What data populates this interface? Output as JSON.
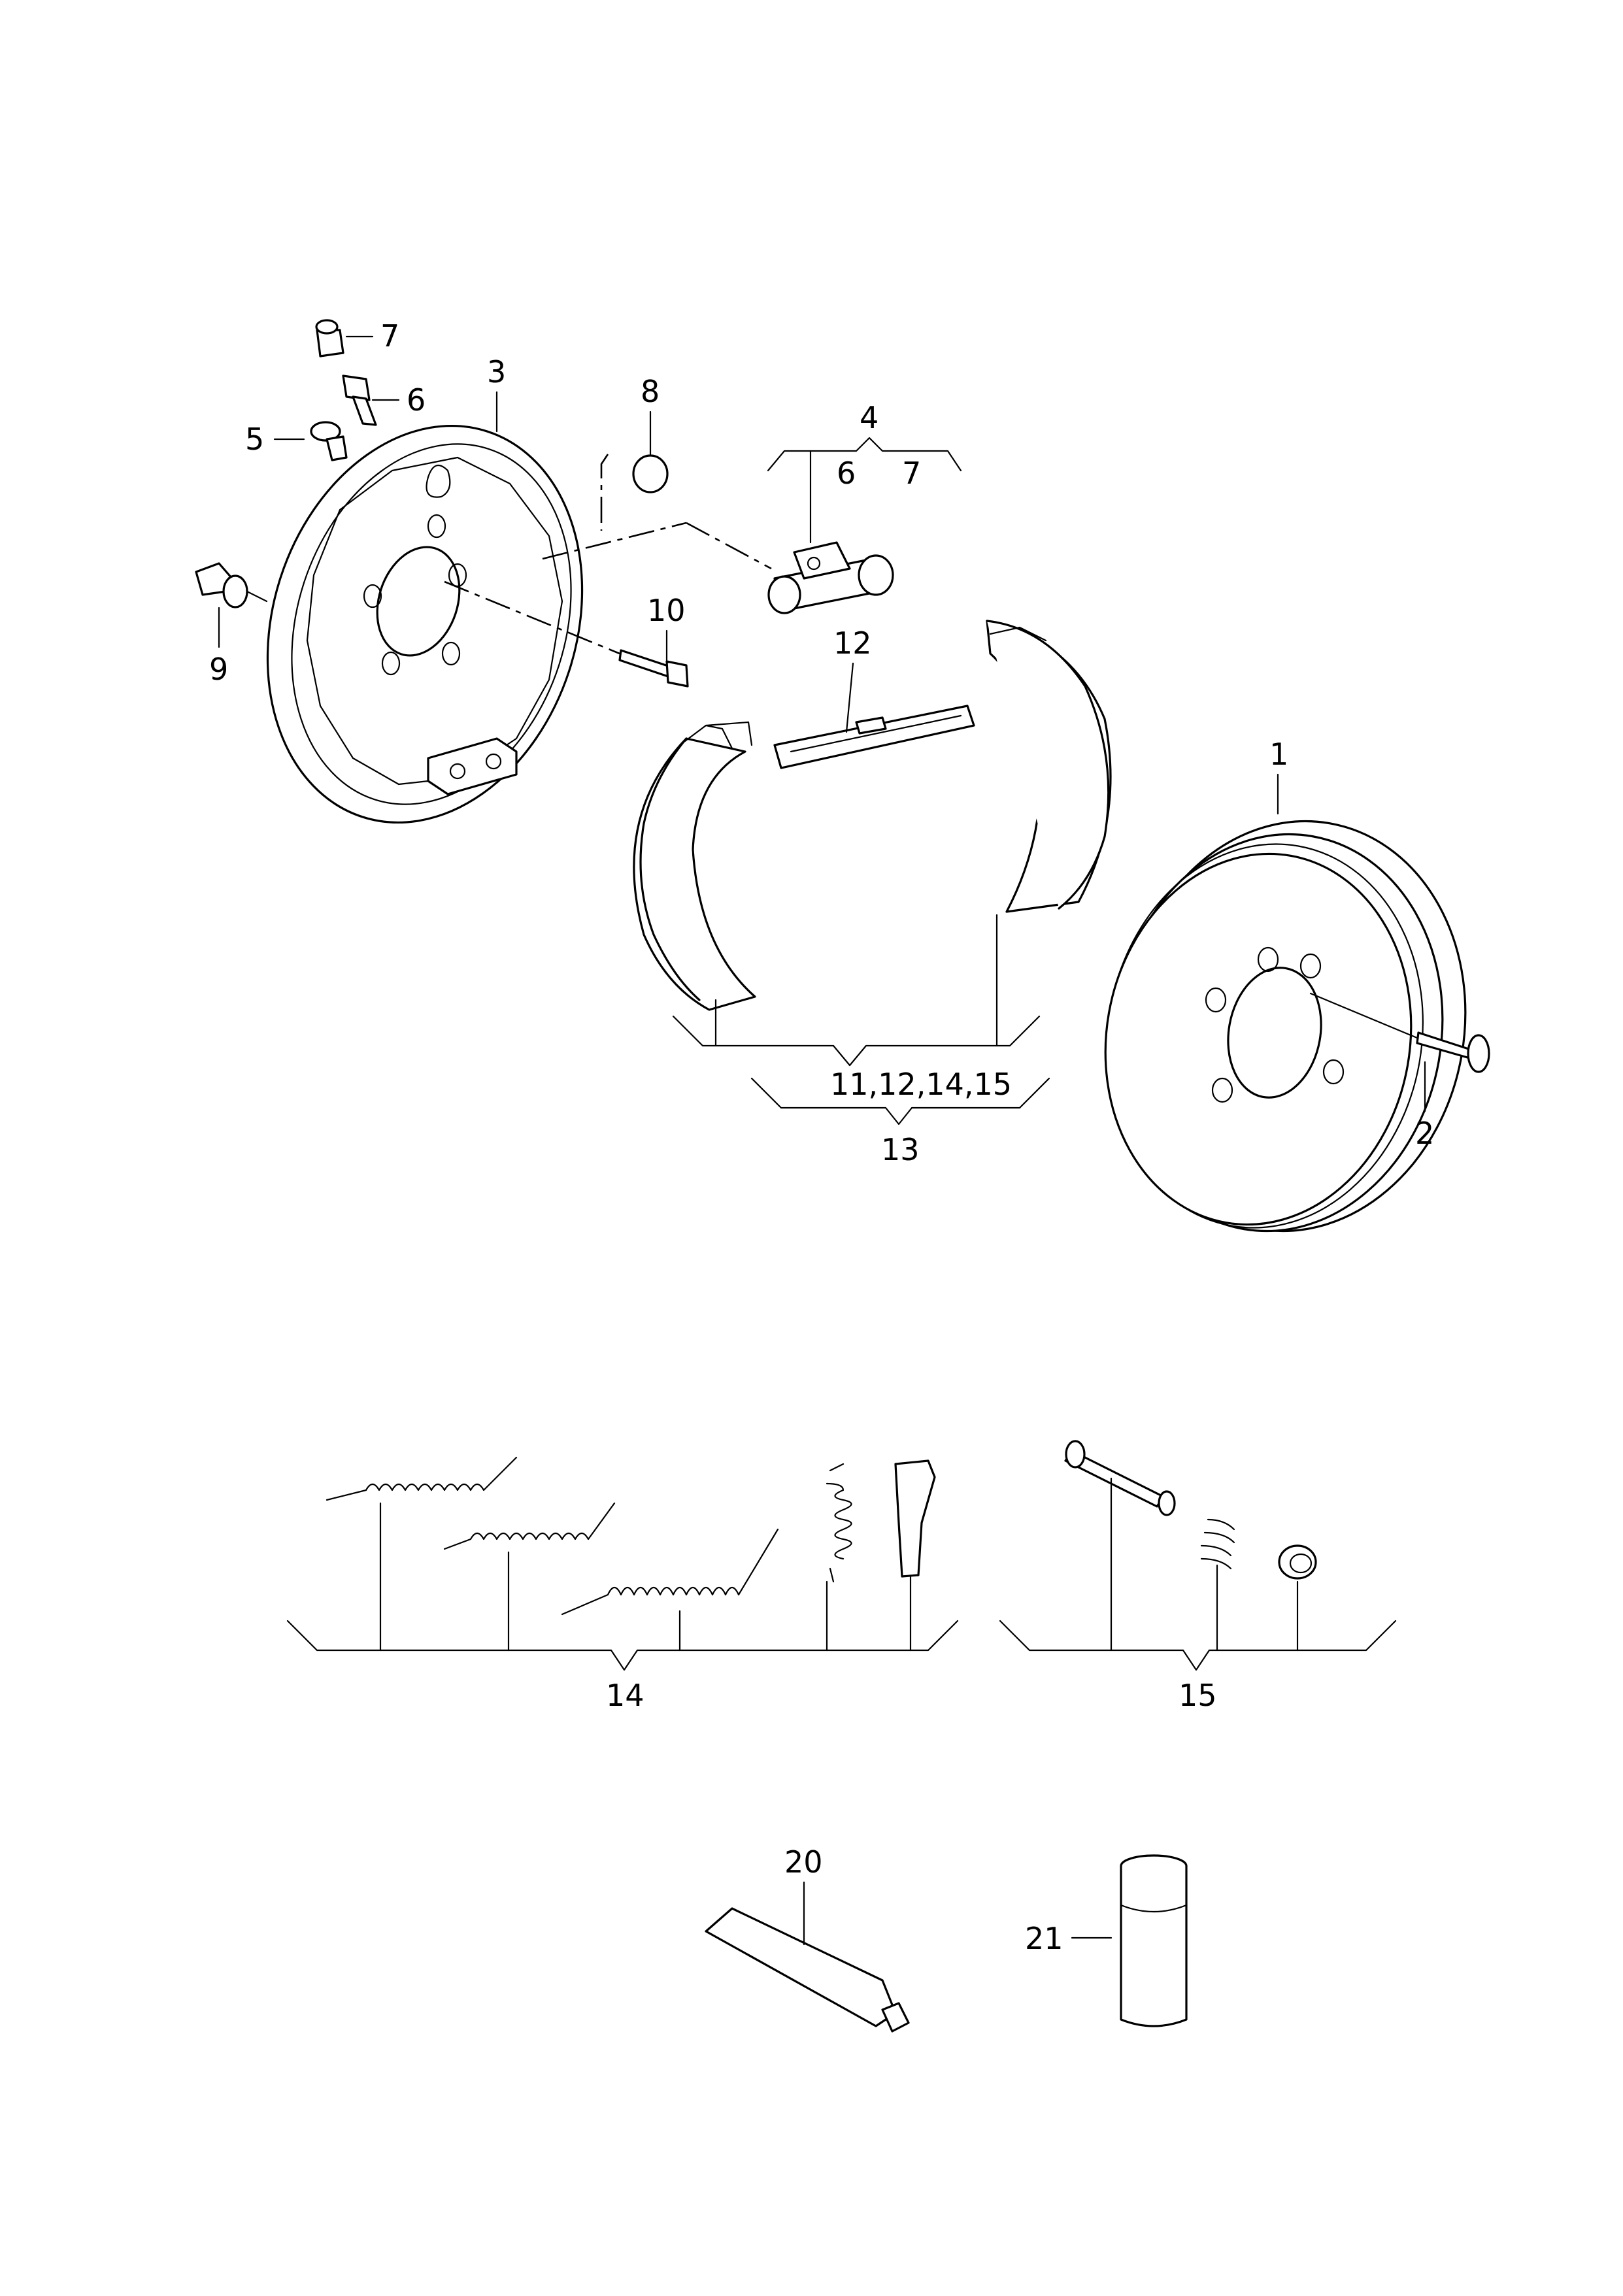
{
  "callouts": {
    "c1": "1",
    "c2": "2",
    "c3": "3",
    "c4": "4",
    "c4a": "6",
    "c4b": "7",
    "c5": "5",
    "c6": "6",
    "c7": "7",
    "c8": "8",
    "c9": "9",
    "c10": "10",
    "c12": "12",
    "c13_group": "11,12,14,15",
    "c13": "13",
    "c14": "14",
    "c15": "15",
    "c20": "20",
    "c21": "21"
  }
}
